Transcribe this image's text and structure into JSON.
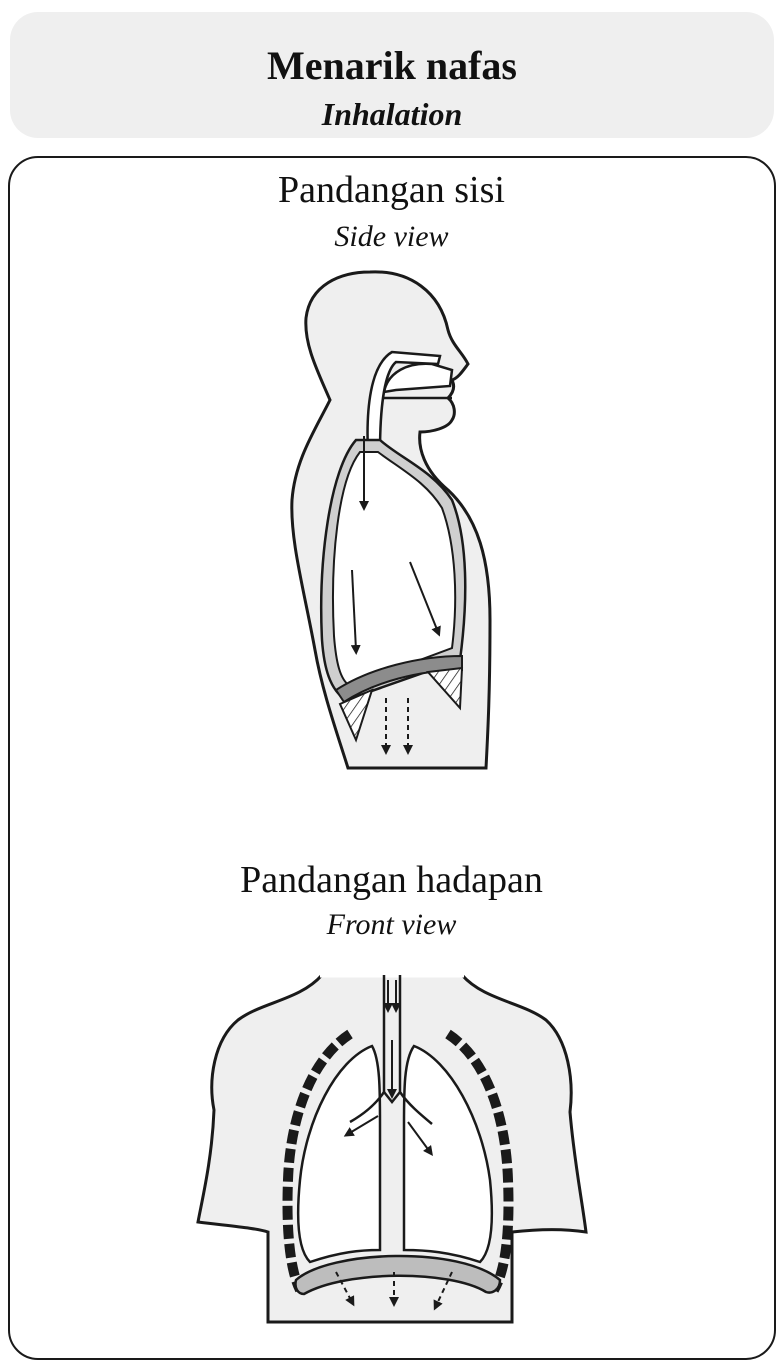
{
  "header": {
    "title": "Menarik nafas",
    "subtitle": "Inhalation"
  },
  "side_view": {
    "title": "Pandangan sisi",
    "subtitle": "Side view"
  },
  "front_view": {
    "title": "Pandangan hadapan",
    "subtitle": "Front view"
  },
  "colors": {
    "body_fill": "#efefef",
    "lung_fill": "#ffffff",
    "diaphragm_fill": "#bdbdbd",
    "outline": "#1a1a1a"
  }
}
